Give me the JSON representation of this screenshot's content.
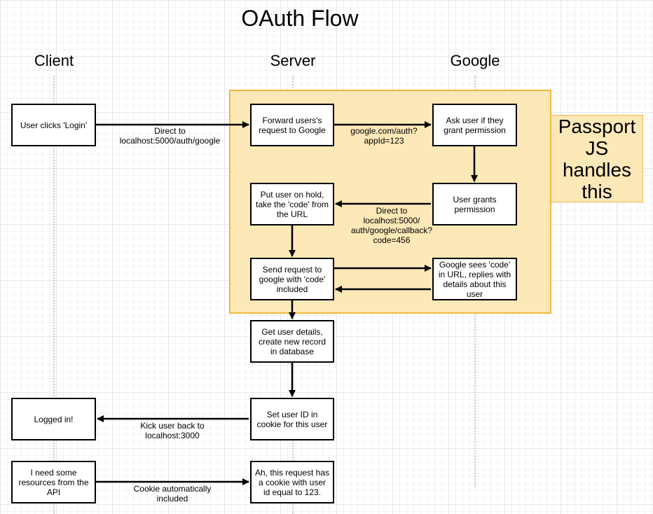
{
  "title": "OAuth Flow",
  "columns": {
    "client": "Client",
    "server": "Server",
    "google": "Google"
  },
  "passport_note": "Passport JS handles this",
  "boxes": {
    "user_clicks_login": "User clicks 'Login'",
    "forward_request": "Forward users's request to Google",
    "ask_permission": "Ask user if they grant permission",
    "user_grants": "User grants permission",
    "put_on_hold": "Put user on hold, take the 'code' from the URL",
    "send_request": "Send request to google with 'code' included",
    "google_sees_code": "Google sees 'code' in URL, replies with details about this user",
    "get_details": "Get user details, create new record in database",
    "set_cookie": "Set user ID in cookie for this user",
    "logged_in": "Logged in!",
    "need_resources": "I need some resources from the API",
    "request_has_cookie": "Ah, this request has a cookie with user id equal to 123."
  },
  "edge_labels": {
    "direct_auth_google": "Direct to\nlocalhost:5000/auth/google",
    "google_auth_url": "google.com/auth?\nappId=123",
    "direct_callback": "Direct to\nlocalhost:5000/\nauth/google/callback?\ncode=456",
    "kick_back": "Kick user back to\nlocalhost:3000",
    "cookie_included": "Cookie automatically\nincluded"
  }
}
